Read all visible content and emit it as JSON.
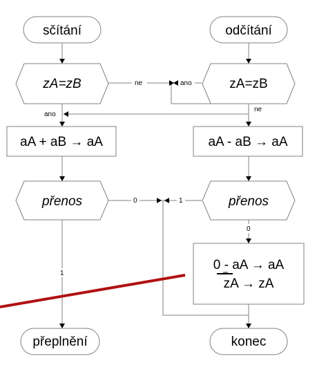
{
  "diagram": {
    "nodes": {
      "start_add": "sčítání",
      "start_sub": "odčítání",
      "cond_left": "zA=zB",
      "cond_right": "zA=zB",
      "proc_add": "aA + aB → aA",
      "proc_sub": "aA - aB → aA",
      "carry_left": "přenos",
      "carry_right": "přenos",
      "proc_neg_line1": "0 - aA → aA",
      "proc_neg_line2_a": "zA",
      "proc_neg_line2_b": " → zA",
      "end_overflow": "přeplnění",
      "end": "konec"
    },
    "labels": {
      "ne_left": "ne",
      "ano_right": "ano",
      "ne_right": "ne",
      "ano_left": "ano",
      "zero_left": "0",
      "one_right": "1",
      "zero_right": "0",
      "one_left": "1"
    },
    "colors": {
      "line": "#808080",
      "annotation_stroke": "#b01010"
    }
  }
}
